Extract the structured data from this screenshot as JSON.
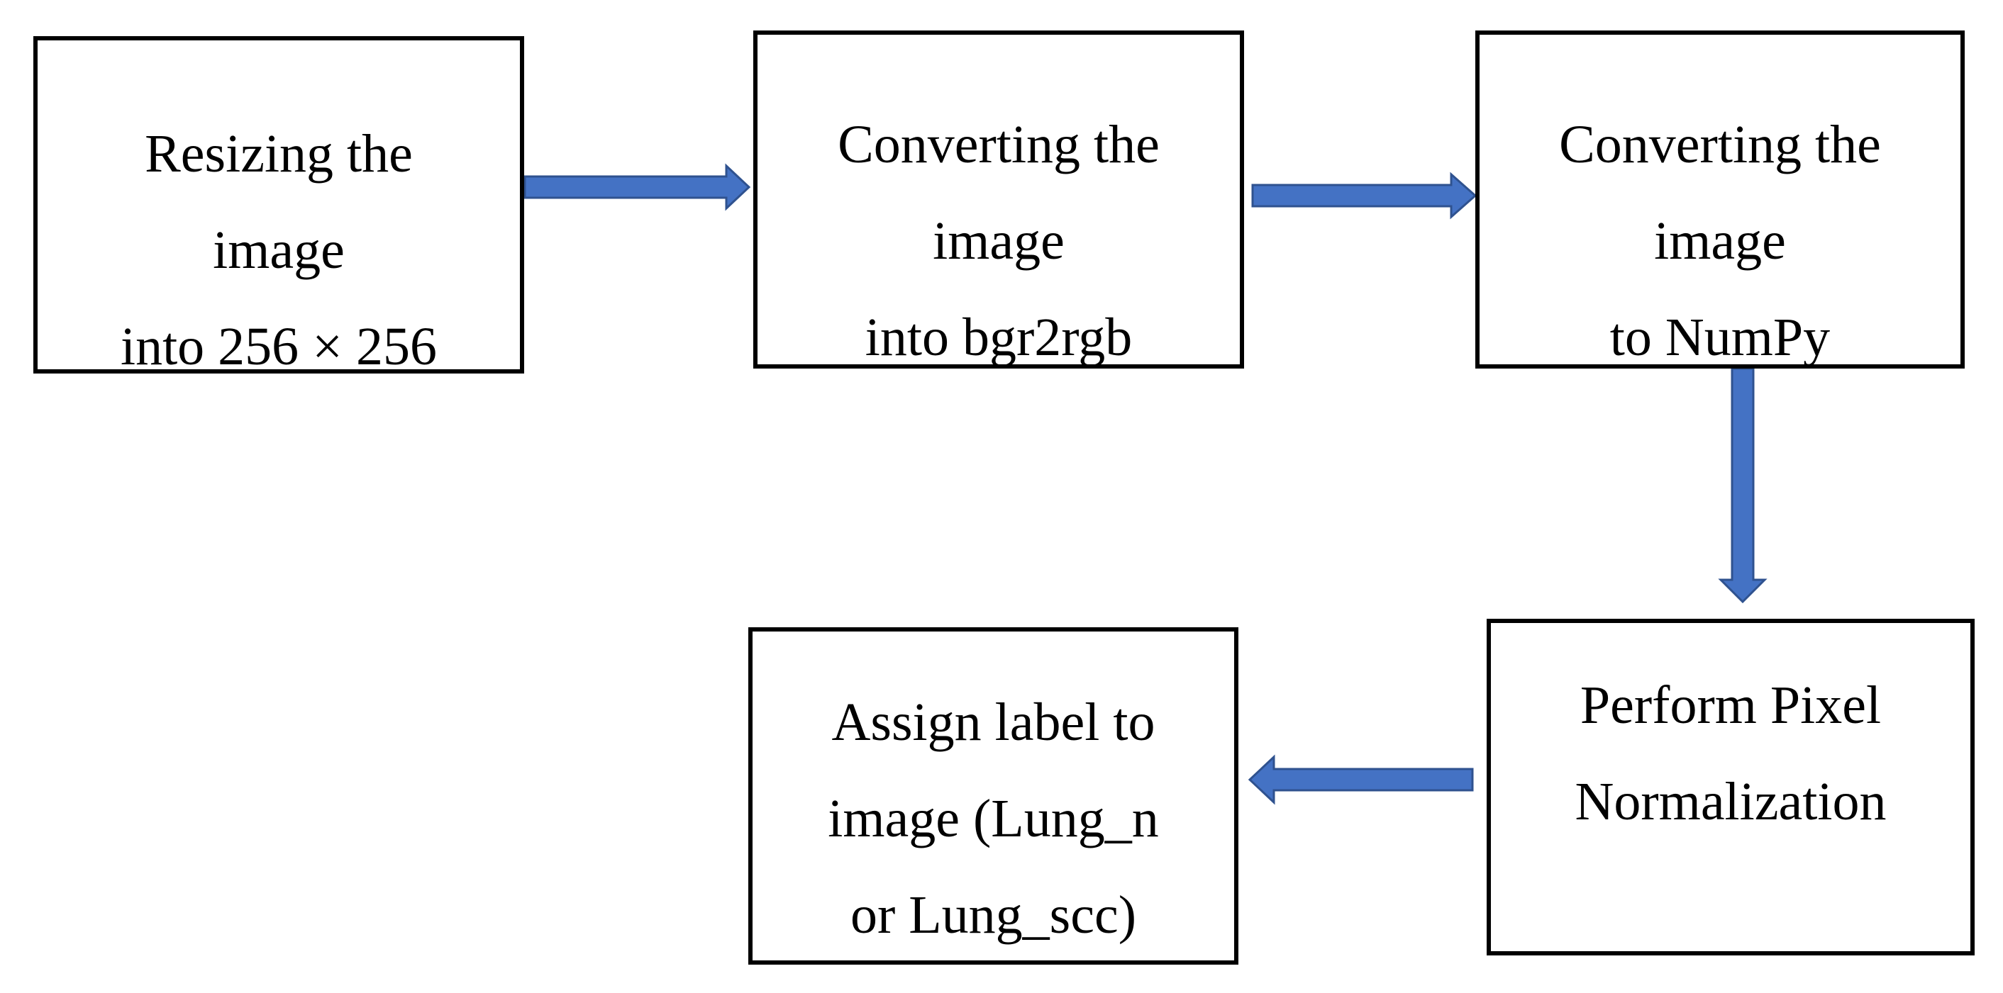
{
  "diagram": {
    "arrow_color": "#4472C4",
    "arrow_outline": "#2F528F",
    "box_border_color": "#000000",
    "nodes": {
      "resize": {
        "lines": [
          "Resizing the",
          "image",
          "into 256 × 256"
        ]
      },
      "bgr2rgb": {
        "lines": [
          "Converting the",
          "image",
          "into bgr2rgb"
        ]
      },
      "numpy": {
        "lines": [
          "Converting the",
          "image",
          "to NumPy"
        ]
      },
      "normalize": {
        "lines": [
          "Perform Pixel",
          "Normalization"
        ]
      },
      "label": {
        "lines": [
          "Assign label to",
          "image (Lung_n",
          "or Lung_scc)"
        ]
      }
    },
    "edges": [
      {
        "from": "resize",
        "to": "bgr2rgb"
      },
      {
        "from": "bgr2rgb",
        "to": "numpy"
      },
      {
        "from": "numpy",
        "to": "normalize"
      },
      {
        "from": "normalize",
        "to": "label"
      }
    ]
  }
}
